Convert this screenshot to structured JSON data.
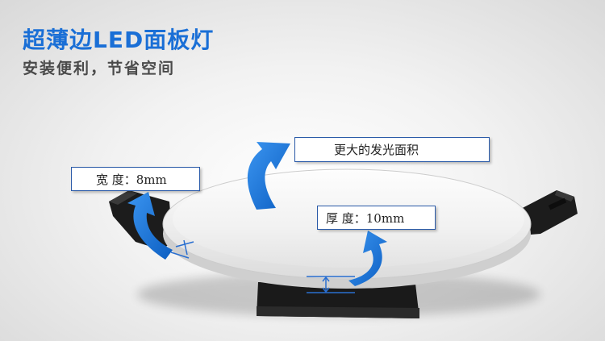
{
  "header": {
    "title": "超薄边LED面板灯",
    "subtitle": "安装便利，节省空间"
  },
  "labels": {
    "area": "更大的发光面积",
    "width": "宽 度：8mm",
    "thickness": "厚 度：10mm"
  },
  "colors": {
    "title": "#1a6fd6",
    "arrow": "#1a74d8",
    "box_border": "#2a5aa8"
  }
}
